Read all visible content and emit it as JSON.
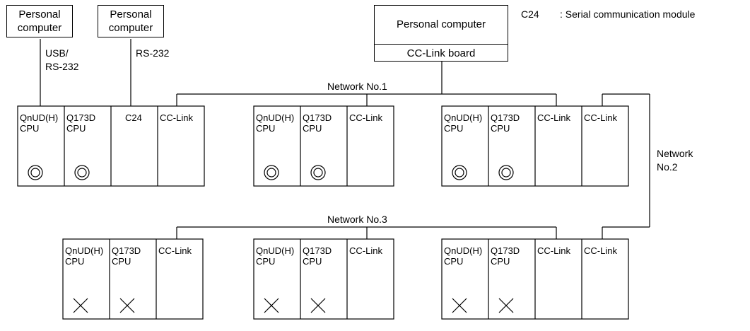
{
  "legend": {
    "abbr": "C24",
    "desc": ": Serial communication module"
  },
  "personal_computers": [
    {
      "line1": "Personal",
      "line2": "computer"
    },
    {
      "line1": "Personal",
      "line2": "computer"
    },
    {
      "name": "Personal computer",
      "board": "CC-Link board"
    }
  ],
  "connections": {
    "usb_rs232": {
      "line1": "USB/",
      "line2": "RS-232"
    },
    "rs232": "RS-232"
  },
  "networks": [
    "Network No.1",
    "Network No.3"
  ],
  "network2": {
    "line1": "Network",
    "line2": "No.2"
  },
  "module_labels": {
    "cpu_line1": "QnUD(H)",
    "cpu_line2": "CPU",
    "motion_line1": "Q173D",
    "motion_line2": "CPU",
    "c24": "C24",
    "cclink": "CC-Link"
  },
  "stations": [
    {
      "row": 1,
      "modules": [
        "cpu",
        "motion",
        "c24",
        "cclink"
      ],
      "access": "possible"
    },
    {
      "row": 1,
      "modules": [
        "cpu",
        "motion",
        "cclink"
      ],
      "access": "possible"
    },
    {
      "row": 1,
      "modules": [
        "cpu",
        "motion",
        "cclink",
        "cclink"
      ],
      "access": "possible"
    },
    {
      "row": 2,
      "modules": [
        "cpu",
        "motion",
        "cclink"
      ],
      "access": "impossible"
    },
    {
      "row": 2,
      "modules": [
        "cpu",
        "motion",
        "cclink"
      ],
      "access": "impossible"
    },
    {
      "row": 2,
      "modules": [
        "cpu",
        "motion",
        "cclink",
        "cclink"
      ],
      "access": "impossible"
    }
  ]
}
